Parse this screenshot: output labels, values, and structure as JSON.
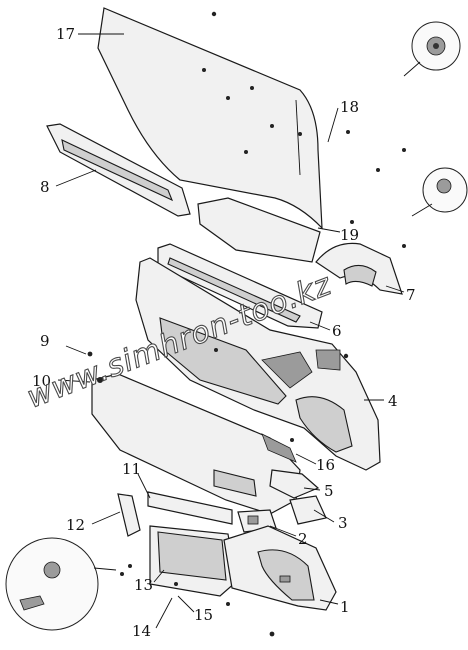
{
  "diagram": {
    "watermark": "www.simhron-too.kz",
    "callouts": [
      "1",
      "2",
      "3",
      "4",
      "5",
      "6",
      "7",
      "8",
      "9",
      "10",
      "11",
      "12",
      "13",
      "14",
      "15",
      "16",
      "17",
      "18",
      "19"
    ]
  }
}
